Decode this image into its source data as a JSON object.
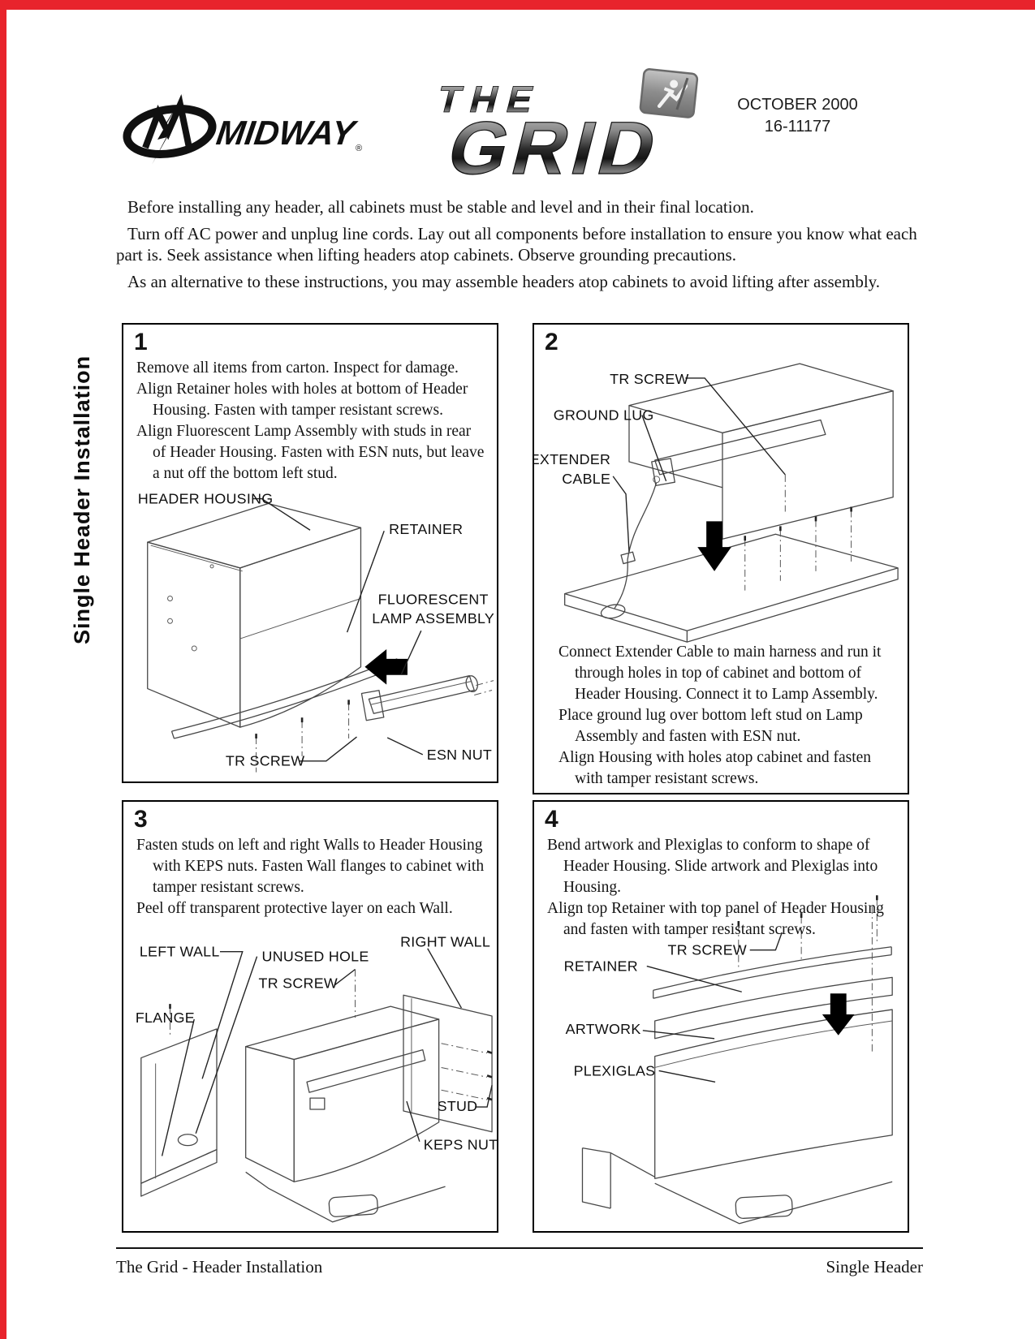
{
  "colors": {
    "edge_red": "#e8242c",
    "ink": "#111111",
    "line_art": "#474747",
    "chrome_light": "#c9c9c9",
    "chrome_dark": "#1a1a1a"
  },
  "header": {
    "midway_wordmark": "MIDWAY",
    "midway_reg_mark": "®",
    "midway_emblem_icon": "midway-m-bolt-ellipse",
    "grid_the": "THE",
    "grid_grid": "GRID",
    "runner_icon": "running-figure",
    "date": "OCTOBER 2000",
    "doc_number": "16-11177"
  },
  "intro": {
    "p1": "Before installing any header, all cabinets must be stable and level and in their final location.",
    "p2": "Turn off AC power and unplug line cords. Lay out all components before installation to ensure you know what each part is. Seek assistance when lifting headers atop cabinets. Observe grounding precautions.",
    "p3": "As an alternative to these instructions, you may assemble headers atop cabinets to avoid lifting after assembly."
  },
  "sidebar": {
    "title": "Single Header Installation"
  },
  "panels": [
    {
      "number": "1",
      "paragraphs": [
        "Remove all items from carton. Inspect for damage.",
        "Align Retainer holes with holes at bottom of Header Housing. Fasten with tamper resistant screws.",
        "Align Fluorescent Lamp Assembly with studs in rear of Header Housing. Fasten with ESN nuts, but leave a nut off the bottom left stud."
      ],
      "labels": [
        "HEADER HOUSING",
        "RETAINER",
        "FLUORESCENT",
        "LAMP ASSEMBLY",
        "TR SCREW",
        "ESN NUT"
      ]
    },
    {
      "number": "2",
      "labels": [
        "TR SCREW",
        "GROUND LUG",
        "EXTENDER",
        "CABLE"
      ],
      "paragraphs": [
        "Connect Extender Cable to main harness and run it through holes in top of cabinet and bottom of Header Housing. Connect it to Lamp Assembly.",
        "Place ground lug over bottom left stud on Lamp Assembly and fasten with ESN nut.",
        "Align Housing with holes atop cabinet and fasten with tamper resistant screws."
      ]
    },
    {
      "number": "3",
      "paragraphs": [
        "Fasten studs on left and right Walls to Header Housing with KEPS nuts. Fasten Wall flanges to cabinet with tamper resistant screws.",
        "Peel off transparent protective layer on each Wall."
      ],
      "labels": [
        "RIGHT WALL",
        "LEFT WALL",
        "UNUSED HOLE",
        "TR SCREW",
        "FLANGE",
        "STUD",
        "KEPS NUT"
      ]
    },
    {
      "number": "4",
      "paragraphs": [
        "Bend artwork and Plexiglas to conform to shape of Header Housing. Slide artwork and Plexiglas into Housing.",
        "Align top Retainer with top panel of Header Housing and fasten with tamper resistant screws."
      ],
      "labels": [
        "TR SCREW",
        "RETAINER",
        "ARTWORK",
        "PLEXIGLAS"
      ]
    }
  ],
  "footer": {
    "left": "The Grid - Header Installation",
    "right": "Single Header"
  }
}
